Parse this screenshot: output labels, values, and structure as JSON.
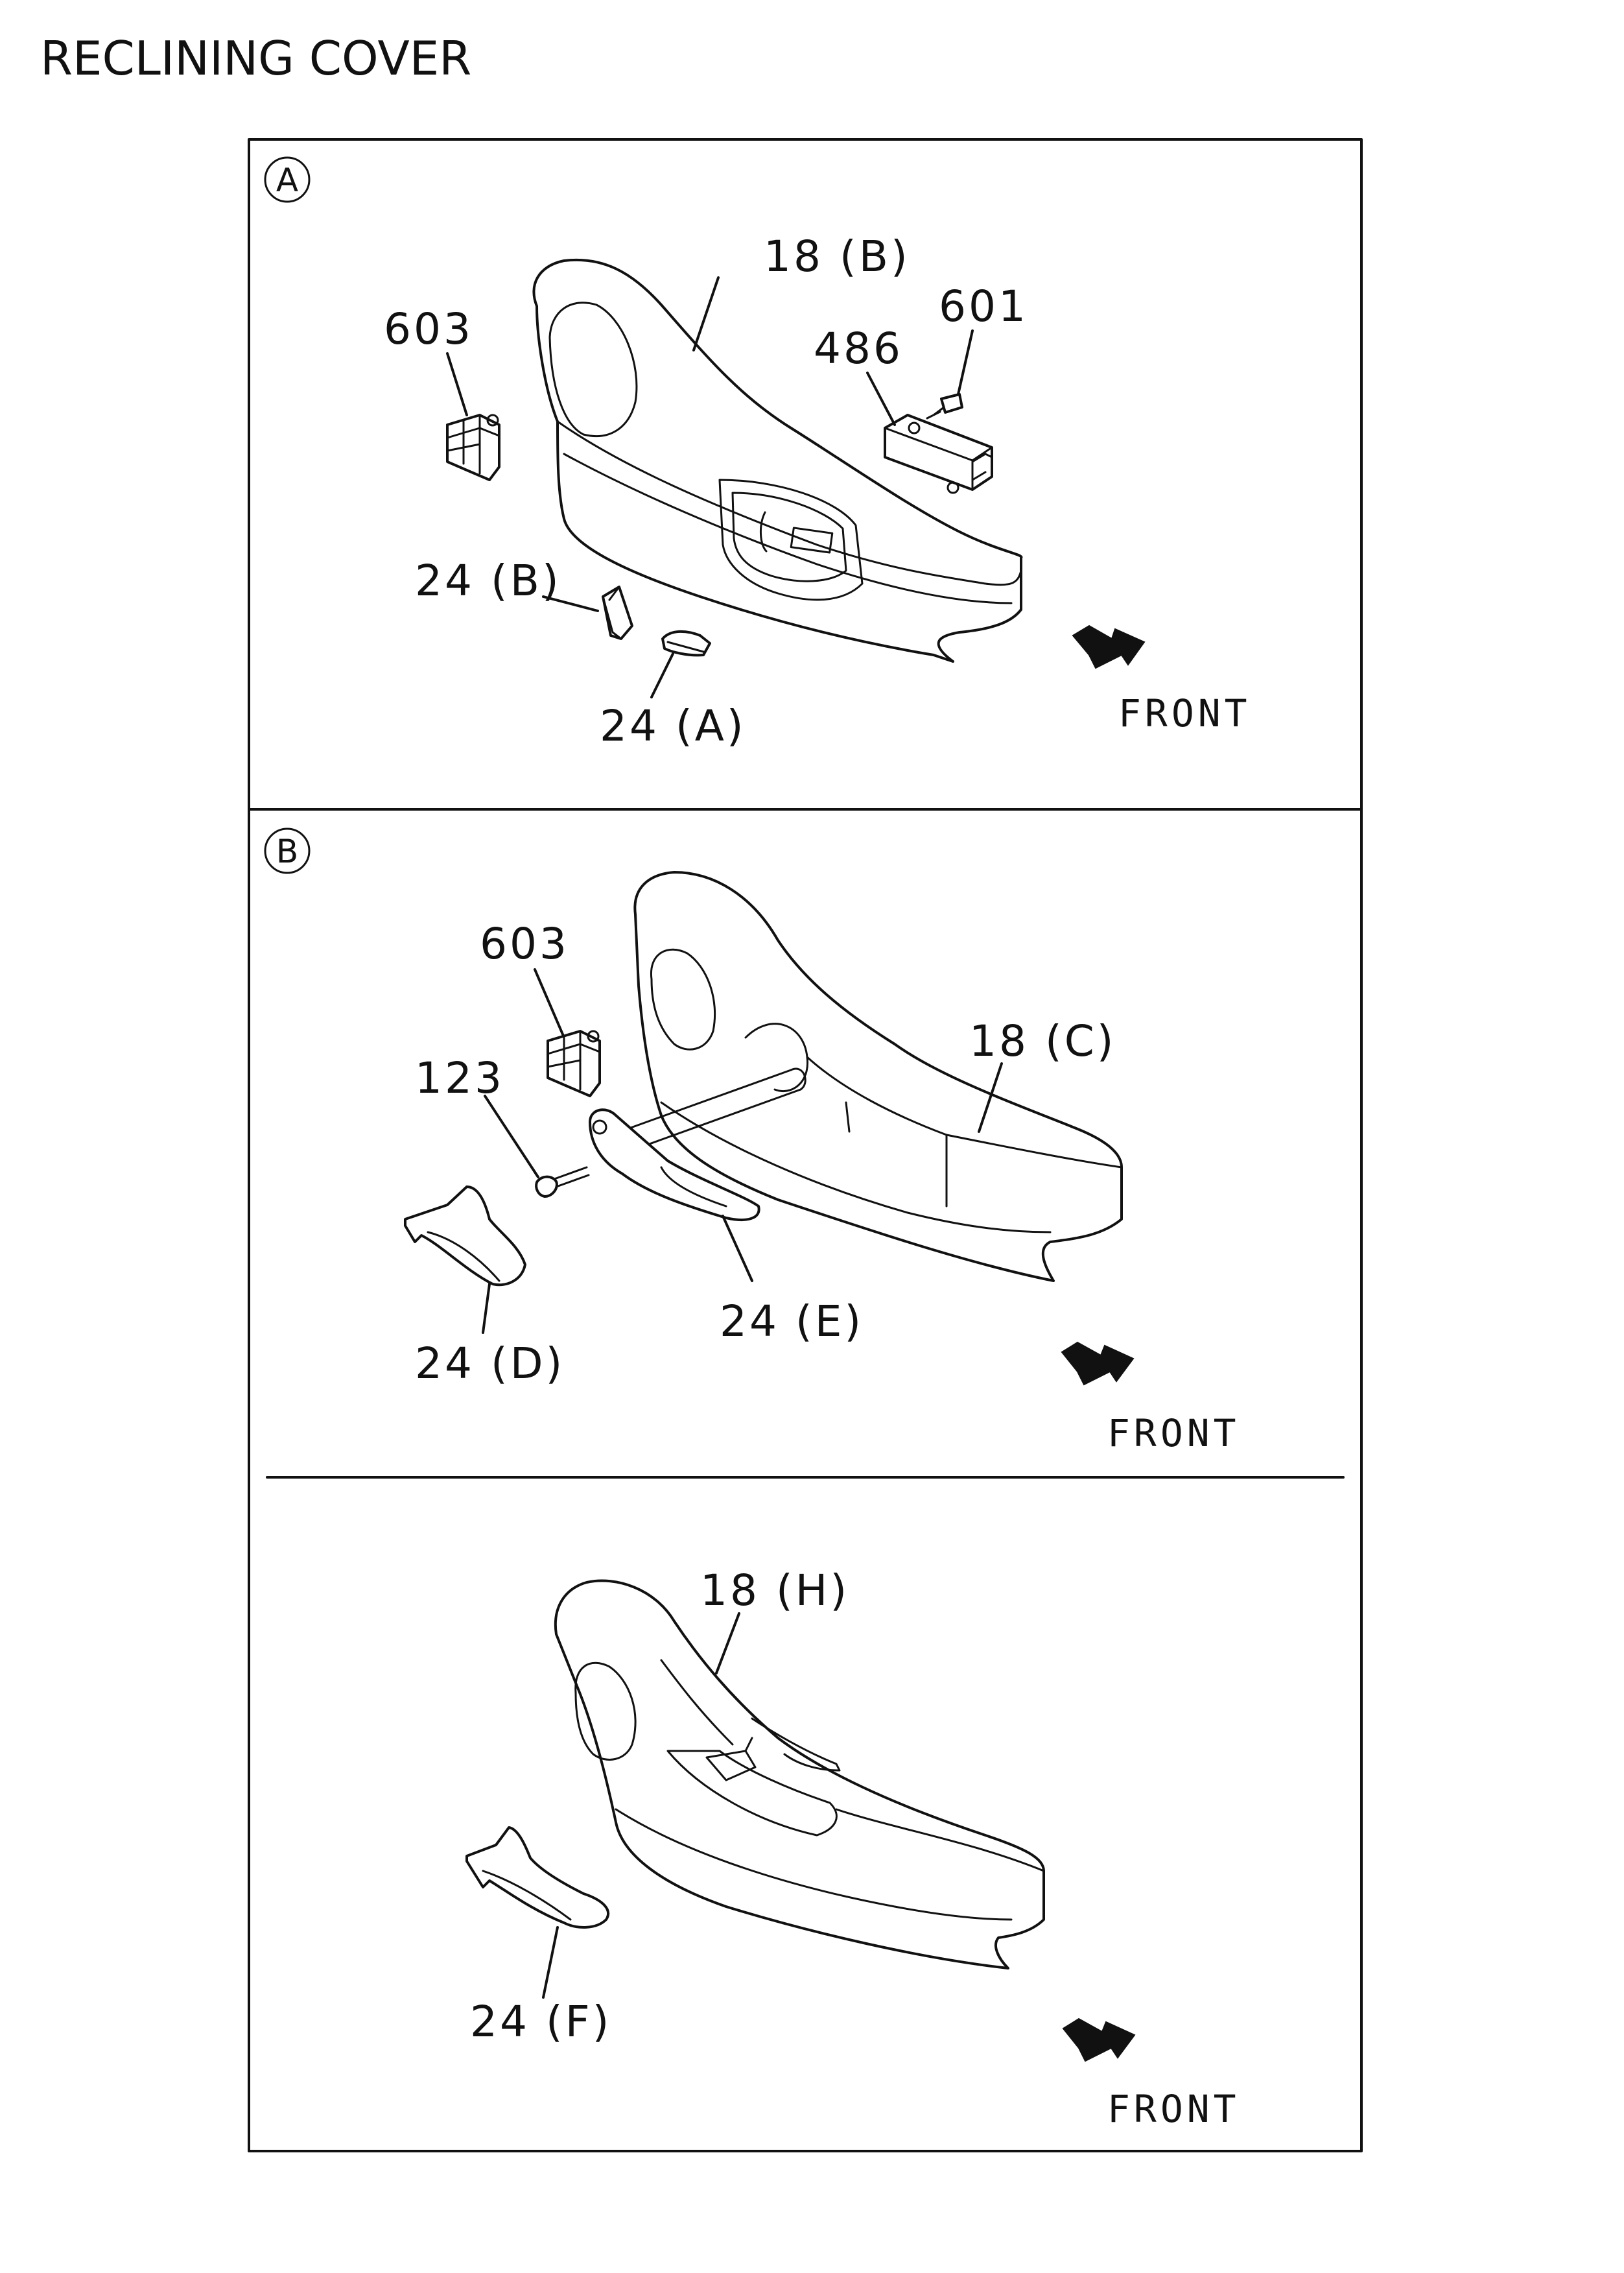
{
  "title": "RECLINING COVER",
  "panels": [
    {
      "id": "A",
      "circle_label": "A",
      "callouts": [
        "18 (B)",
        "603",
        "486",
        "601",
        "24 (B)",
        "24 (A)"
      ],
      "direction": "FRONT"
    },
    {
      "id": "B",
      "circle_label": "B",
      "callouts": [
        "603",
        "18 (C)",
        "123",
        "24 (E)",
        "24 (D)"
      ],
      "direction": "FRONT"
    },
    {
      "id": "C",
      "callouts": [
        "18 (H)",
        "24 (F)"
      ],
      "direction": "FRONT"
    }
  ]
}
